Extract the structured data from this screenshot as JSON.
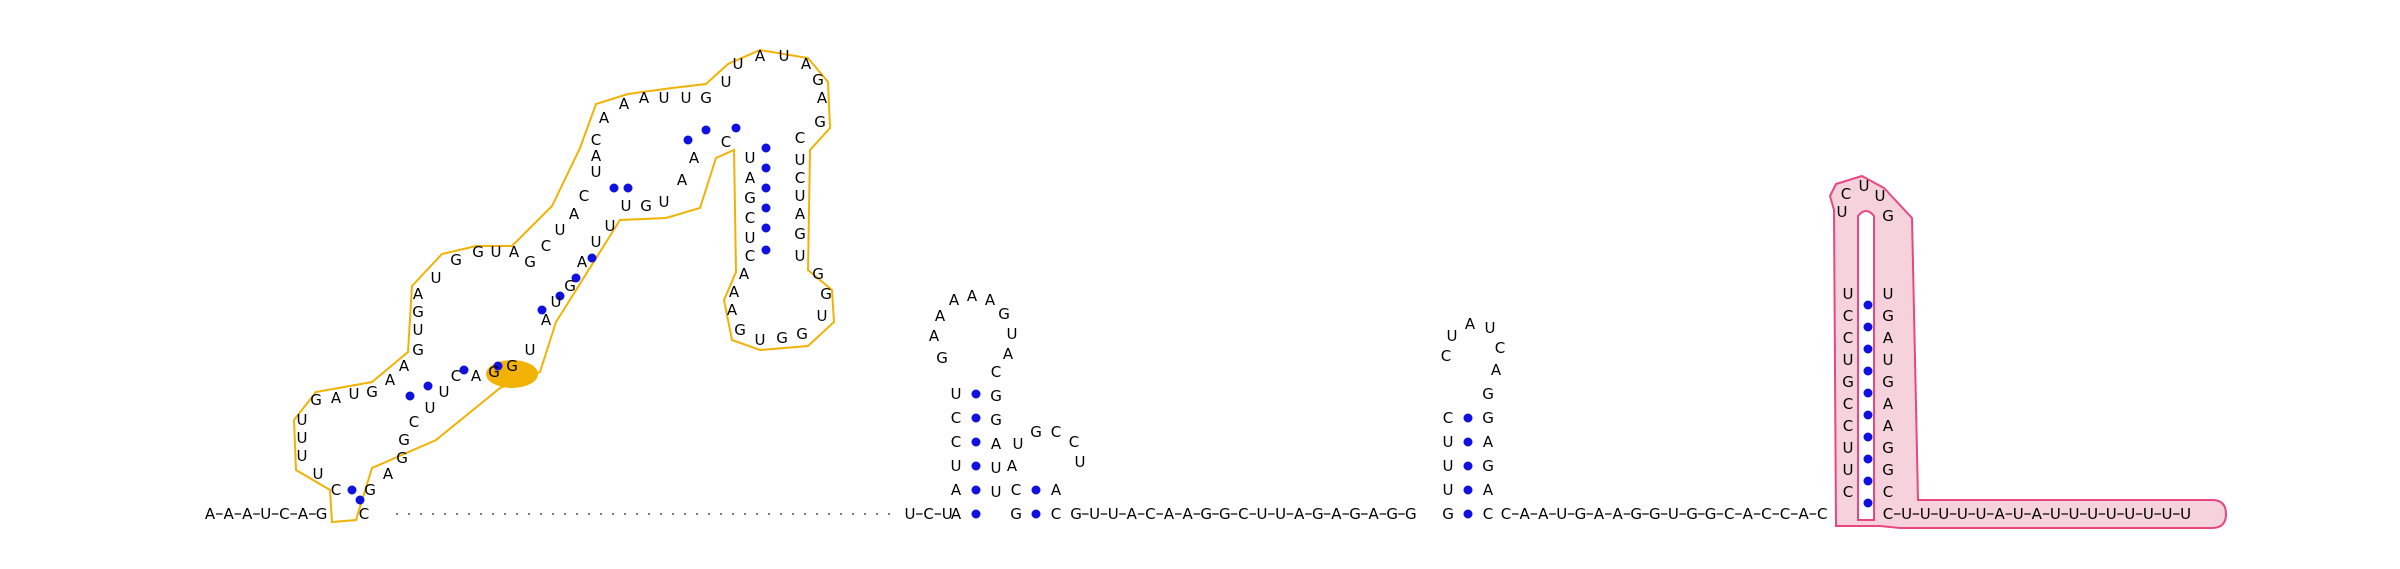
{
  "figure": {
    "type": "rna-secondary-structure",
    "colors": {
      "background": "#ffffff",
      "base_text": "#000000",
      "backbone": "#000000",
      "base_pair_dot": "#1010e0",
      "domain1_outline": "#f2b203",
      "domain1_fill": "#ffffff",
      "domain1_highlight": "#f2b203",
      "domain2_outline": "#e8487f",
      "domain2_fill": "#f6d2dc"
    }
  },
  "chart_data": {
    "type": "rna-secondary-structure",
    "helix_left_5p": {
      "bases": [
        "A",
        "A",
        "A",
        "U",
        "C",
        "A",
        "G"
      ]
    },
    "gap_segment": {
      "bases": [
        "U",
        "C",
        "U"
      ]
    },
    "hairpin_1": {
      "stem_5p": [
        "A",
        "A",
        "U",
        "C",
        "C",
        "U"
      ],
      "loop": [
        "G",
        "A",
        "A",
        "A",
        "A",
        "A",
        "G",
        "U",
        "A"
      ],
      "stem_3p": [
        "C",
        "G",
        "G",
        "A",
        "U",
        "U"
      ]
    },
    "hairpin_2": {
      "stem_5p": [
        "G",
        "C"
      ],
      "loop": [
        "A",
        "U",
        "G",
        "C",
        "C",
        "U"
      ],
      "stem_3p": [
        "A",
        "C"
      ]
    },
    "linker_1": {
      "bases": [
        "G",
        "U",
        "U",
        "A",
        "C",
        "A",
        "A",
        "G",
        "G",
        "C",
        "U",
        "U",
        "A",
        "G",
        "A",
        "G",
        "A",
        "G",
        "G"
      ]
    },
    "hairpin_3": {
      "stem_5p": [
        "G",
        "U",
        "U",
        "U",
        "C"
      ],
      "loop": [
        "C",
        "U",
        "A",
        "U",
        "C",
        "A"
      ],
      "stem_3p": [
        "G",
        "G",
        "A",
        "G",
        "A",
        "C"
      ]
    },
    "linker_2": {
      "bases": [
        "C",
        "A",
        "A",
        "U",
        "G",
        "A",
        "A",
        "G",
        "G",
        "U",
        "G",
        "G",
        "C",
        "A",
        "C",
        "C",
        "A",
        "C"
      ]
    },
    "hairpin_4": {
      "stem_5p": [
        "C",
        "U",
        "U",
        "C",
        "C",
        "G",
        "U",
        "C",
        "C",
        "U"
      ],
      "loop": [
        "U",
        "C",
        "U",
        "U",
        "G"
      ],
      "stem_3p": [
        "U",
        "G",
        "A",
        "U",
        "G",
        "A",
        "A",
        "G",
        "G",
        "C"
      ]
    },
    "tail_3p": {
      "bases": [
        "C",
        "U",
        "U",
        "U",
        "U",
        "U",
        "A",
        "U",
        "A",
        "U",
        "U",
        "U",
        "U",
        "U",
        "U",
        "U",
        "U"
      ]
    }
  }
}
